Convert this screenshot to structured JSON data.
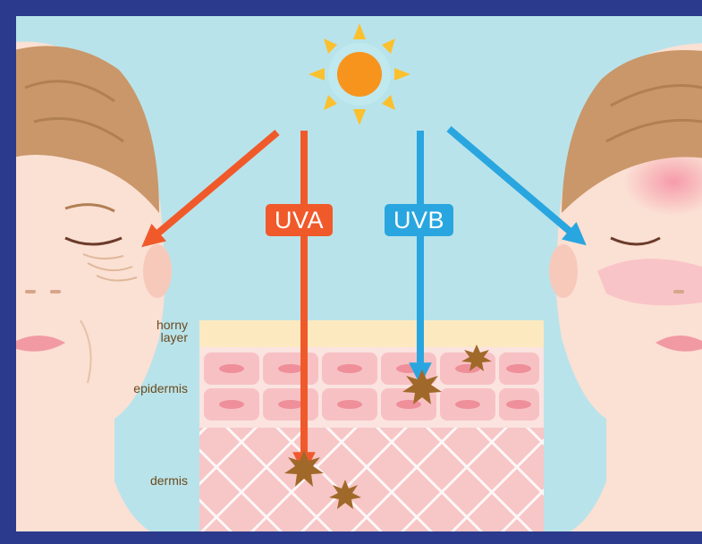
{
  "labels": {
    "uva": "UVA",
    "uvb": "UVB",
    "horny_layer": "horny\nlayer",
    "epidermis": "epidermis",
    "dermis": "dermis"
  },
  "colors": {
    "background_border": "#2b3a8c",
    "sky": "#b9e3ea",
    "uva": "#f05a2b",
    "uvb": "#29a6df",
    "sun": "#f7941d",
    "sun_rays": "#fbc02d",
    "skin": "#fbe0d4",
    "hair": "#c9976a",
    "horny_layer": "#fde9c0",
    "epidermis_cell": "#f7c1c4",
    "dermis": "#f7c6c6",
    "spot": "#a0692a",
    "label_text": "#6b4a1e"
  },
  "icons": [
    "sun-icon",
    "dark-spot-icon"
  ]
}
